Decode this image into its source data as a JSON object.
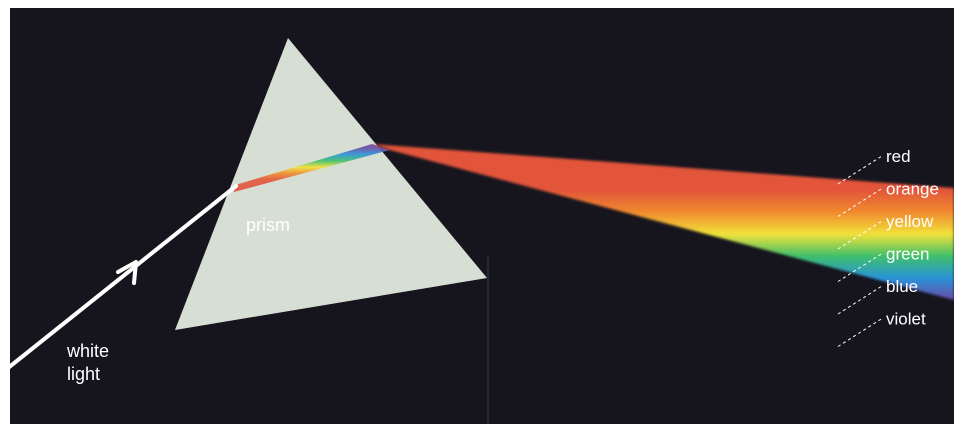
{
  "labels": {
    "prism": "prism",
    "white_light_line1": "white",
    "white_light_line2": "light"
  },
  "spectrum": [
    {
      "name": "red",
      "color": "#e2553a"
    },
    {
      "name": "orange",
      "color": "#f08a2e"
    },
    {
      "name": "yellow",
      "color": "#f3e23a"
    },
    {
      "name": "green",
      "color": "#3fc06a"
    },
    {
      "name": "blue",
      "color": "#2a93d8"
    },
    {
      "name": "violet",
      "color": "#6a4aa8"
    }
  ],
  "colors": {
    "background": "#16151e",
    "frame": "#ffffff",
    "prism": "#d7ded4",
    "white_ray": "#ffffff",
    "text": "#ffffff"
  }
}
